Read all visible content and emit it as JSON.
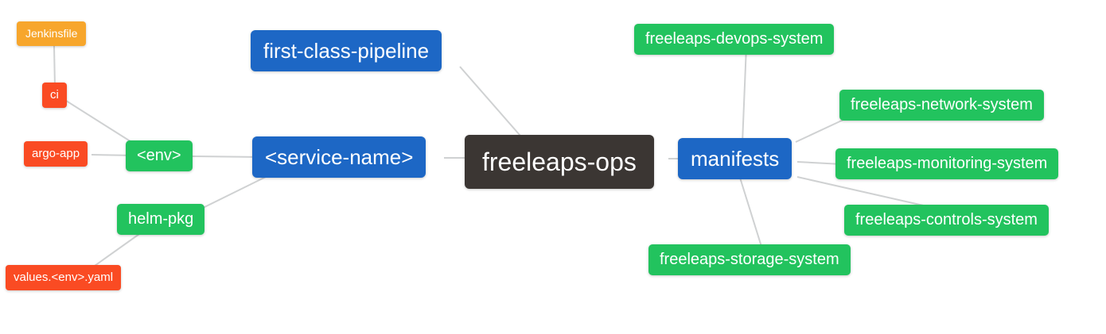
{
  "palette": {
    "root": "#3b3633",
    "level1": "#1d67c5",
    "level2": "#22c35e",
    "level3": "#fa4b23",
    "level4": "#f7a62c",
    "edge": "#cfd1d2",
    "background": "#ffffff",
    "text": "#ffffff"
  },
  "diagram": {
    "type": "mindmap",
    "nodes": [
      {
        "id": "freeleaps-ops",
        "label": "freeleaps-ops",
        "level": 0,
        "parent": null,
        "color": "#3b3633"
      },
      {
        "id": "first-class-pipeline",
        "label": "first-class-pipeline",
        "level": 1,
        "parent": "freeleaps-ops",
        "color": "#1d67c5"
      },
      {
        "id": "service-name",
        "label": "<service-name>",
        "level": 1,
        "parent": "freeleaps-ops",
        "color": "#1d67c5"
      },
      {
        "id": "manifests",
        "label": "manifests",
        "level": 1,
        "parent": "freeleaps-ops",
        "color": "#1d67c5"
      },
      {
        "id": "env",
        "label": "<env>",
        "level": 2,
        "parent": "service-name",
        "color": "#22c35e"
      },
      {
        "id": "helm-pkg",
        "label": "helm-pkg",
        "level": 2,
        "parent": "service-name",
        "color": "#22c35e"
      },
      {
        "id": "ci",
        "label": "ci",
        "level": 3,
        "parent": "env",
        "color": "#fa4b23"
      },
      {
        "id": "argo-app",
        "label": "argo-app",
        "level": 3,
        "parent": "env",
        "color": "#fa4b23"
      },
      {
        "id": "values-env-yaml",
        "label": "values.<env>.yaml",
        "level": 3,
        "parent": "helm-pkg",
        "color": "#fa4b23"
      },
      {
        "id": "jenkinsfile",
        "label": "Jenkinsfile",
        "level": 4,
        "parent": "ci",
        "color": "#f7a62c"
      },
      {
        "id": "freeleaps-devops-system",
        "label": "freeleaps-devops-system",
        "level": 2,
        "parent": "manifests",
        "color": "#22c35e"
      },
      {
        "id": "freeleaps-network-system",
        "label": "freeleaps-network-system",
        "level": 2,
        "parent": "manifests",
        "color": "#22c35e"
      },
      {
        "id": "freeleaps-monitoring-system",
        "label": "freeleaps-monitoring-system",
        "level": 2,
        "parent": "manifests",
        "color": "#22c35e"
      },
      {
        "id": "freeleaps-controls-system",
        "label": "freeleaps-controls-system",
        "level": 2,
        "parent": "manifests",
        "color": "#22c35e"
      },
      {
        "id": "freeleaps-storage-system",
        "label": "freeleaps-storage-system",
        "level": 2,
        "parent": "manifests",
        "color": "#22c35e"
      }
    ],
    "edges": [
      {
        "from": "jenkinsfile",
        "to": "ci"
      },
      {
        "from": "ci",
        "to": "env"
      },
      {
        "from": "argo-app",
        "to": "env"
      },
      {
        "from": "env",
        "to": "service-name"
      },
      {
        "from": "service-name",
        "to": "helm-pkg"
      },
      {
        "from": "helm-pkg",
        "to": "values-env-yaml"
      },
      {
        "from": "first-class-pipeline",
        "to": "freeleaps-ops"
      },
      {
        "from": "service-name",
        "to": "freeleaps-ops"
      },
      {
        "from": "freeleaps-ops",
        "to": "manifests"
      },
      {
        "from": "manifests",
        "to": "freeleaps-devops-system"
      },
      {
        "from": "manifests",
        "to": "freeleaps-network-system"
      },
      {
        "from": "manifests",
        "to": "freeleaps-monitoring-system"
      },
      {
        "from": "manifests",
        "to": "freeleaps-controls-system"
      },
      {
        "from": "manifests",
        "to": "freeleaps-storage-system"
      }
    ]
  }
}
